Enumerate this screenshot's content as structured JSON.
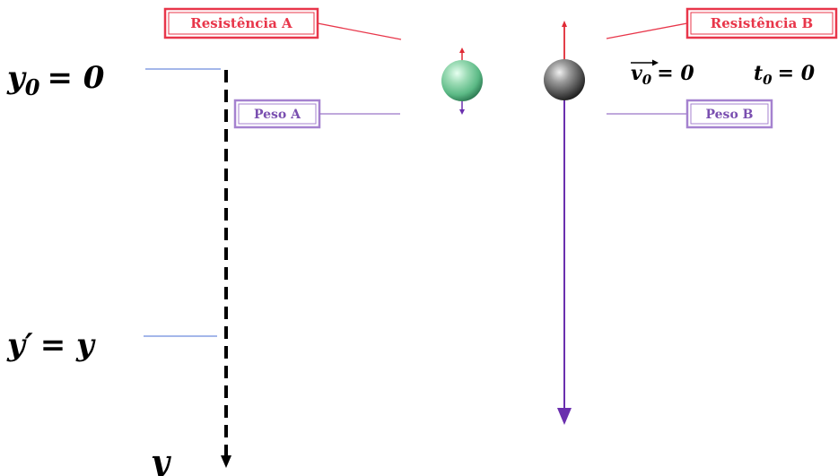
{
  "labels": {
    "resistencia_a": "Resistência A",
    "resistencia_b": "Resistência B",
    "peso_a": "Peso A",
    "peso_b": "Peso B"
  },
  "math": {
    "y0_var": "y",
    "y0_sub": "0",
    "y0_rhs": "= 0",
    "yprime_lhs": "y′",
    "yprime_rhs": "= y",
    "axis_label": "y",
    "v0_var": "v",
    "v0_sub": "0",
    "v0_rhs": "= 0",
    "t0_var": "t",
    "t0_sub": "0",
    "t0_rhs": "= 0"
  },
  "colors": {
    "red_label": "#e8364a",
    "purple_label": "#7a4fb0",
    "ref_line": "#4a6fd6",
    "weight_arrow": "#6a2fae",
    "drag_arrow": "#e02a35",
    "sphere_a": "#6fc79a",
    "sphere_b": "#5a5a5a"
  }
}
